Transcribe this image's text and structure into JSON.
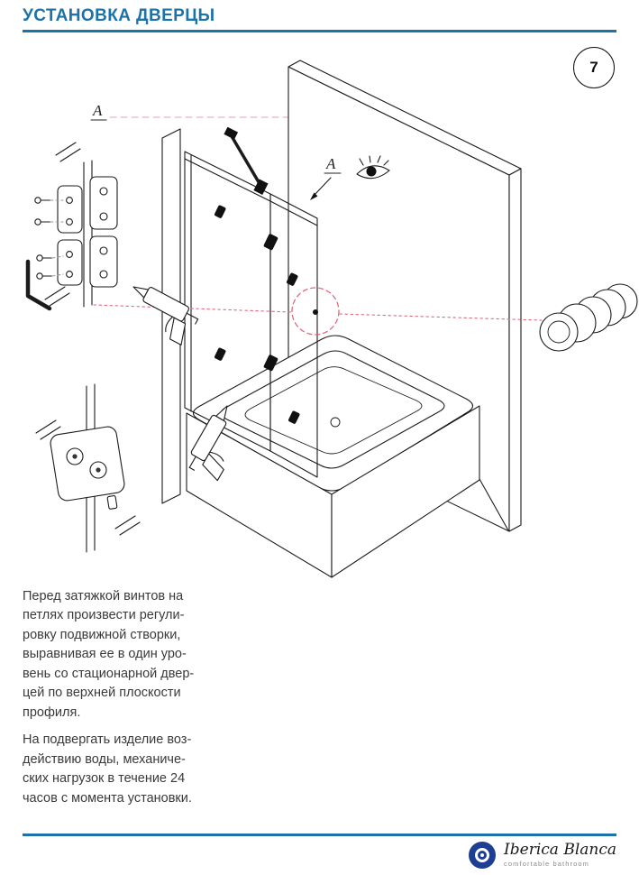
{
  "page": {
    "title": "УСТАНОВКА ДВЕРЦЫ",
    "page_number": "7"
  },
  "colors": {
    "accent_blue": "#1d72a8",
    "logo_blue": "#1c3f94",
    "highlight_red": "#e2697d",
    "line_black": "#1b1b1b"
  },
  "diagram": {
    "section_label": "A",
    "view_label": "A",
    "parts": [
      "wall-panel",
      "side-wall-strip",
      "fixed-glass-panel",
      "door-glass-panel",
      "wall-support-brace",
      "door-hinge-icon",
      "bathtub",
      "hinge-detail-icon",
      "screw-icon",
      "allen-key-icon",
      "caulking-gun-icon",
      "wall-bracket-detail-icon",
      "eye-view-icon",
      "view-direction-arrow",
      "alignment-guide-circle",
      "gasket-discs-icon"
    ]
  },
  "instructions": {
    "paragraph_1": "Перед затяжкой винтов на\nпетлях произвести регули-\nровку подвижной створки,\nвыравнивая ее в один уро-\nвень со стационарной двер-\nцей по верхней плоскости\nпрофиля.",
    "paragraph_2": "На подвергать изделие воз-\nдействию воды, механиче-\nских нагрузок в течение 24\nчасов с момента установки."
  },
  "footer": {
    "brand": "Iberica Blanca",
    "tagline": "comfortable bathroom"
  }
}
